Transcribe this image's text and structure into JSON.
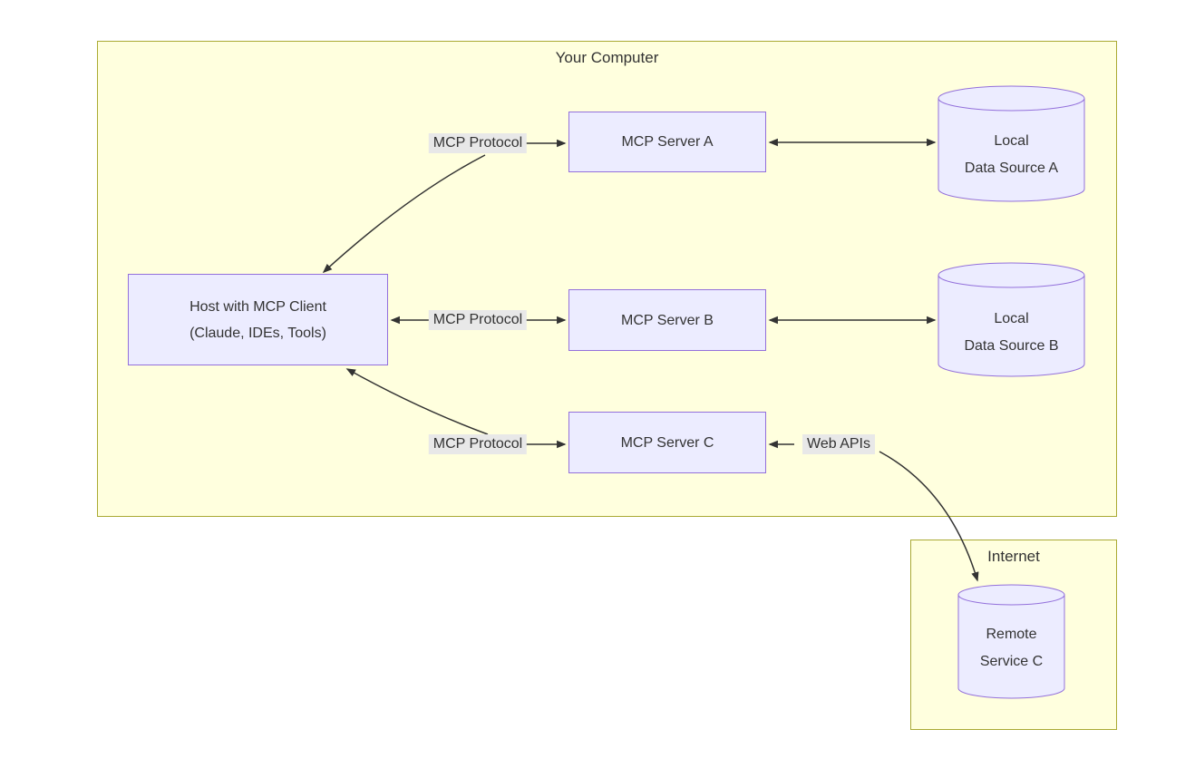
{
  "diagram": {
    "type": "architecture-diagram",
    "colors": {
      "cluster_fill": "#ffffde",
      "cluster_border": "#aaaa33",
      "node_fill": "#ECECFF",
      "node_border": "#9370DB",
      "edge": "#333333",
      "edge_label_bg": "#e8e8e8",
      "text": "#333333"
    }
  },
  "clusters": {
    "your_computer": {
      "title": "Your Computer"
    },
    "internet": {
      "title": "Internet"
    }
  },
  "nodes": {
    "host": {
      "line1": "Host with MCP Client",
      "line2": "(Claude, IDEs, Tools)"
    },
    "server_a": {
      "label": "MCP Server A"
    },
    "server_b": {
      "label": "MCP Server B"
    },
    "server_c": {
      "label": "MCP Server C"
    },
    "data_a": {
      "line1": "Local",
      "line2": "Data Source A"
    },
    "data_b": {
      "line1": "Local",
      "line2": "Data Source B"
    },
    "remote_c": {
      "line1": "Remote",
      "line2": "Service C"
    }
  },
  "edge_labels": {
    "mcp_protocol_a": "MCP Protocol",
    "mcp_protocol_b": "MCP Protocol",
    "mcp_protocol_c": "MCP Protocol",
    "web_apis": "Web APIs"
  }
}
